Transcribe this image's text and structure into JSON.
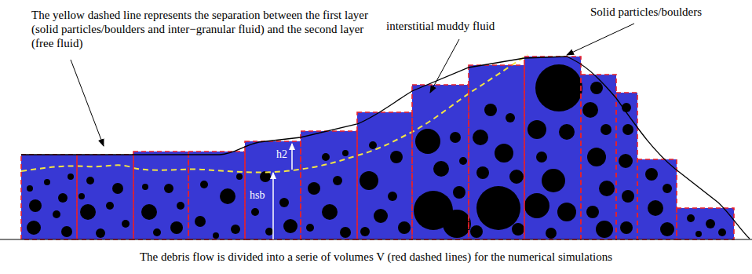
{
  "diagram": {
    "caption": "The debris flow is divided into a serie of volumes V (red dashed lines) for the numerical simulations",
    "labels": [
      "The yellow dashed line represents the separation between the first layer (solid particles/boulders and inter−granular fluid) and the second layer (free fluid)",
      "interstitial muddy fluid",
      "Solid particles/boulders",
      "h2",
      "hsb"
    ]
  }
}
